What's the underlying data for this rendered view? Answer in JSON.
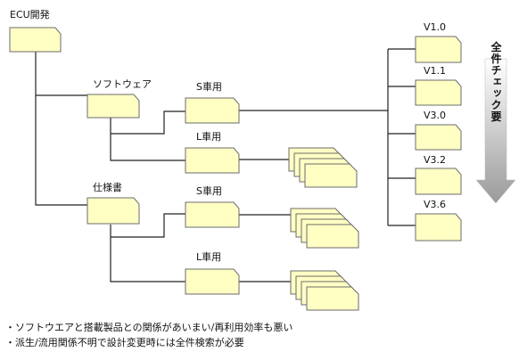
{
  "colors": {
    "folder_fill": "#ffffc4",
    "folder_stroke": "#6b6b6b",
    "line": "#222222",
    "arrow_gradient_top": "#ffffff",
    "arrow_gradient_bottom": "#9a9a9a"
  },
  "nodes": {
    "root": "ECU開発",
    "software": "ソフトウェア",
    "software_s": "S車用",
    "software_l": "L車用",
    "spec": "仕様書",
    "spec_s": "S車用",
    "spec_l": "L車用"
  },
  "versions": [
    "V1.0",
    "V1.1",
    "V3.0",
    "V3.2",
    "V3.6"
  ],
  "arrow_label": "全件チェック要",
  "notes": [
    "・ソフトウエアと搭載製品との関係があいまい/再利用効率も悪い",
    "・派生/流用関係不明で設計変更時には全件検索が必要"
  ]
}
